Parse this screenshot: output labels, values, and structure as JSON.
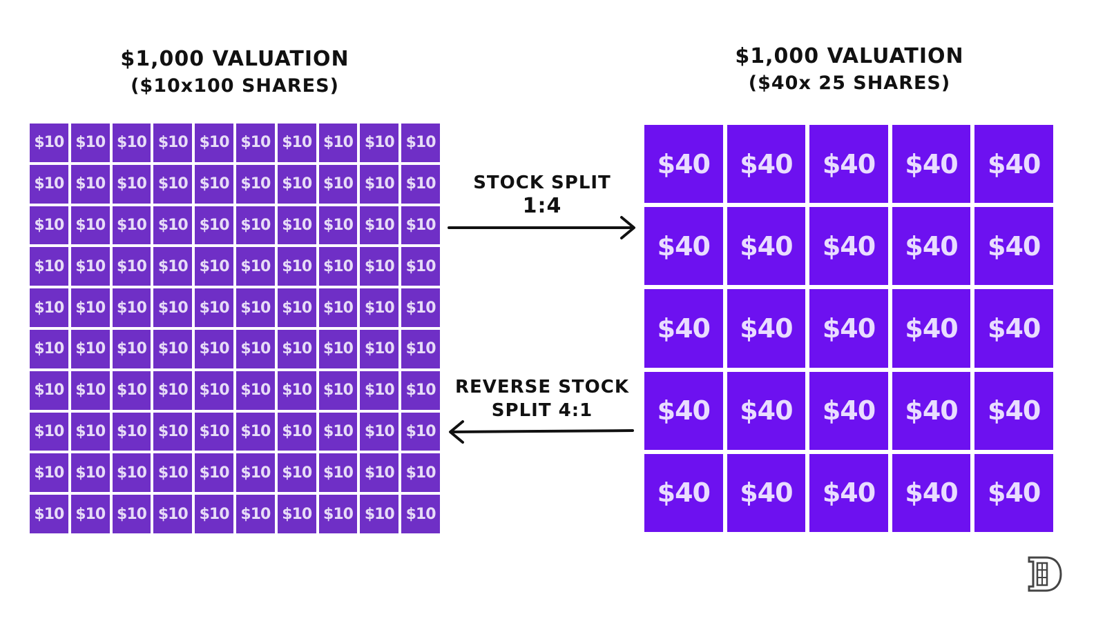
{
  "left_title": {
    "line1": "$1,000 VALUATION",
    "line2": "($10x100 SHARES)"
  },
  "right_title": {
    "line1": "$1,000 VALUATION",
    "line2": "($40x 25 SHARES)"
  },
  "left_grid": {
    "rows": 10,
    "cols": 10,
    "cell_label": "$10"
  },
  "right_grid": {
    "rows": 5,
    "cols": 5,
    "cell_label": "$40"
  },
  "forward_split": {
    "line1": "STOCK SPLIT",
    "line2": "1:4"
  },
  "reverse_split": {
    "line1": "REVERSE STOCK",
    "line2": "SPLIT  4:1"
  },
  "colors": {
    "small_share": "#6f2fc6",
    "big_share": "#6d11f0",
    "share_text": "#e7dcf7",
    "arrow": "#111111"
  },
  "icons": {
    "logo": "publisher-logo-icon"
  }
}
